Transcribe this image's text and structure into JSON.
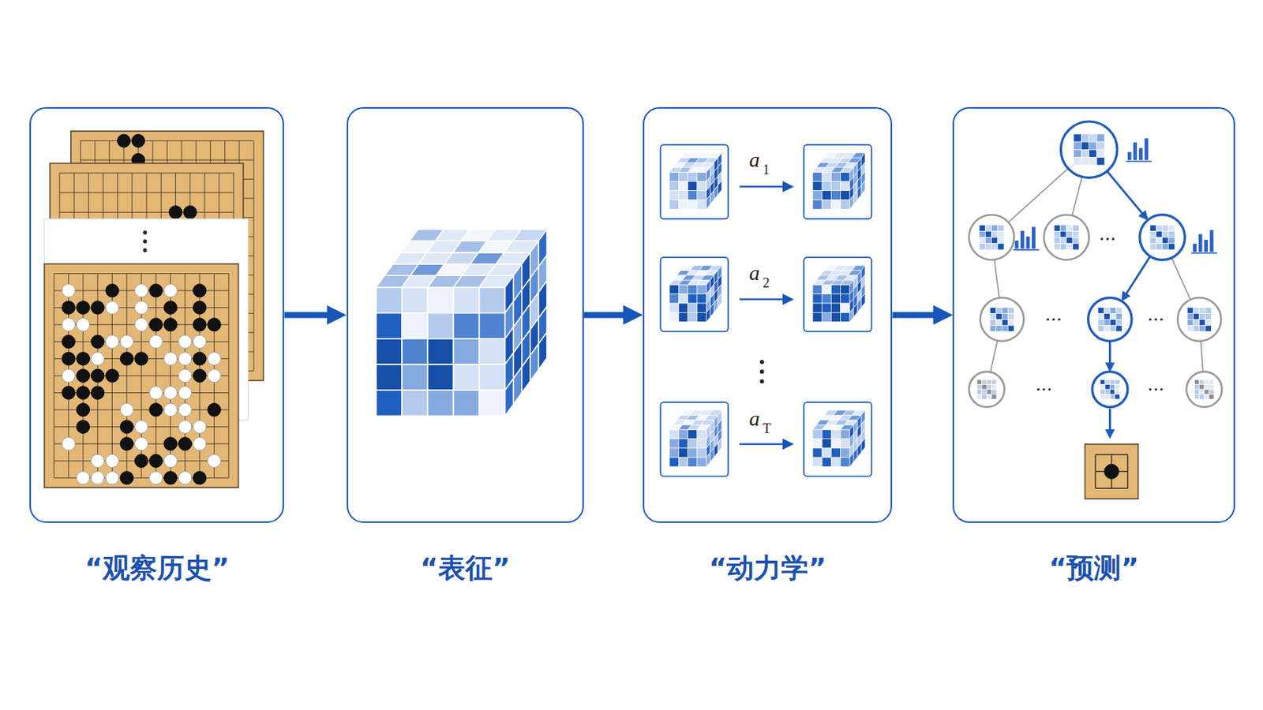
{
  "diagram": {
    "nodes": [
      {
        "text": [
          "“观察历史”"
        ]
      },
      {
        "text": [
          "“表征”"
        ]
      },
      {
        "text": [
          "“动力学”"
        ]
      },
      {
        "text": [
          "“预测”"
        ]
      }
    ],
    "edges": [
      {
        "from": 0,
        "to": 1,
        "arrow": "to"
      },
      {
        "from": 1,
        "to": 2,
        "arrow": "to"
      },
      {
        "from": 2,
        "to": 3,
        "arrow": "to"
      }
    ],
    "labels": [
      "a",
      "1",
      "a",
      "2",
      "a",
      "T"
    ]
  }
}
